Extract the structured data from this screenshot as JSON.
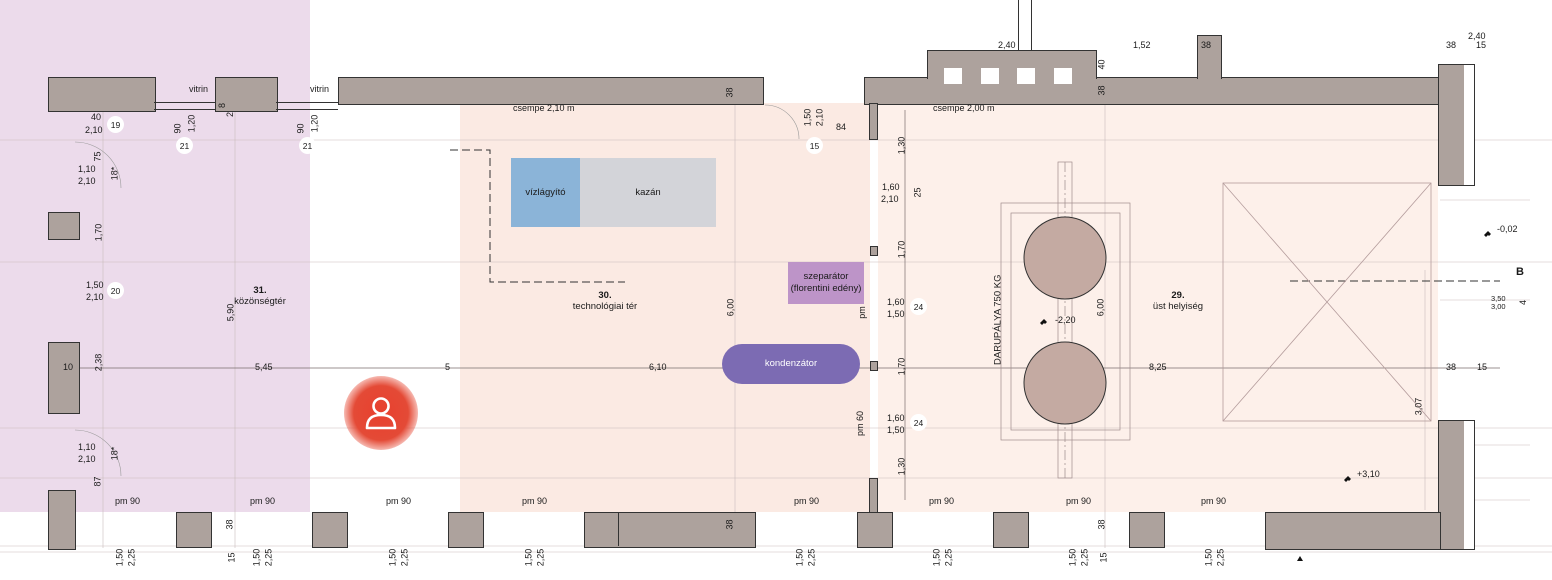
{
  "colors": {
    "wall": "#ada29d",
    "zone_tech": "#fbeae3",
    "zone_public": "#ecdbeb",
    "water_softener": "#8bb4d8",
    "boiler": "#d3d4d9",
    "separator": "#bd94c8",
    "condenser": "#7c6bb3",
    "vessel": "#c4aaa2",
    "avatar": "#e8402e"
  },
  "rooms": [
    {
      "number": "31.",
      "name": "közönségtér"
    },
    {
      "number": "30.",
      "name": "technológiai tér"
    },
    {
      "number": "29.",
      "name": "üst helyiség"
    }
  ],
  "equipment": {
    "water_softener": "vízlágyító",
    "boiler": "kazán",
    "separator_line1": "szeparátor",
    "separator_line2": "(florentini edény)",
    "condenser": "kondenzátor",
    "crane": "DARUPÁLYA 750 KG"
  },
  "wall_labels": {
    "tile_left": "csempe 2,10 m",
    "tile_right": "csempe 2,00 m",
    "vitrin": "vitrin"
  },
  "levels": {
    "pit": "-2,20",
    "right_top": "-0,02",
    "right_bottom": "+3,10"
  },
  "section_marker": "B",
  "door_numbers": {
    "d19": "19",
    "d20": "20",
    "d15": "15",
    "d24": "24",
    "d21": "21"
  },
  "dims": {
    "d545": "5,45",
    "d5": "5",
    "d610": "6,10",
    "d825": "8,25",
    "d38": "38",
    "d15": "15",
    "d10": "10",
    "d590": "5,90",
    "d600": "6,00",
    "d307": "3,07",
    "d170": "1,70",
    "d238": "2,38",
    "d130": "1,30",
    "d75": "75",
    "d87": "87",
    "d18": "18*",
    "d25": "25",
    "d40": "40",
    "d240": "2,40",
    "d152": "1,52",
    "d110": "1,10",
    "d210": "2,10",
    "d150": "1,50",
    "d160": "1,60",
    "d84": "84",
    "d225": "2,25",
    "d90": "90",
    "d120": "1,20",
    "d2": "2",
    "d8": "8",
    "d350": "3,50",
    "d300": "3,00",
    "d4": "4",
    "pm90": "pm 90",
    "pm": "pm",
    "pm60": "pm 60"
  }
}
